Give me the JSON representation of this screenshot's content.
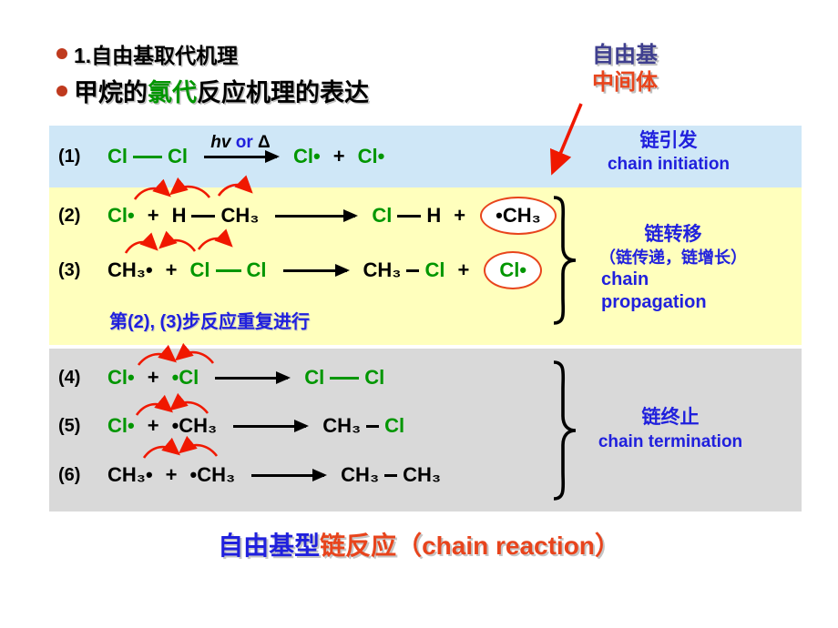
{
  "colors": {
    "green": "#009600",
    "blue": "#2020dd",
    "orange_red": "#e8441c",
    "navy": "#3f3f8f",
    "arrow_red": "#f01800",
    "panel_initiation": "#cfe7f7",
    "panel_propagation": "#ffffbd",
    "panel_termination": "#d9d9d9",
    "bullet": "#bf3a1e"
  },
  "title": {
    "line1": "1.自由基取代机理",
    "line2_pre": "甲烷的",
    "line2_highlight": "氯代",
    "line2_post": "反应机理的表达"
  },
  "intermediate": {
    "line1": "自由基",
    "line2": "中间体"
  },
  "sections": {
    "initiation": {
      "cn": "链引发",
      "en": "chain initiation"
    },
    "propagation": {
      "cn1": "链转移",
      "cn2": "（链传递，链增长）",
      "en1": "chain",
      "en2": "propagation",
      "note": "第(2), (3)步反应重复进行"
    },
    "termination": {
      "cn": "链终止",
      "en": "chain termination"
    }
  },
  "equations": [
    {
      "num": "(1)",
      "tokens": [
        {
          "sp": "Cl",
          "c": "g"
        },
        {
          "bond": 32,
          "c": "g"
        },
        {
          "sp": "Cl",
          "c": "g"
        },
        {
          "arrow": 80,
          "label": [
            {
              "t": "hv",
              "c": "k",
              "i": true
            },
            {
              "t": " or ",
              "c": "b"
            },
            {
              "t": "Δ",
              "c": "k"
            }
          ]
        },
        {
          "sp": "Cl•",
          "c": "g"
        },
        {
          "plus": "+"
        },
        {
          "sp": "Cl•",
          "c": "g"
        }
      ]
    },
    {
      "num": "(2)",
      "tokens": [
        {
          "sp": "Cl•",
          "c": "g"
        },
        {
          "plus": "+"
        },
        {
          "sp": "H",
          "c": "k"
        },
        {
          "bond": 26,
          "c": "k"
        },
        {
          "sp": "CH₃",
          "c": "k"
        },
        {
          "arrow": 88
        },
        {
          "sp": "Cl",
          "c": "g"
        },
        {
          "bond": 26,
          "c": "k"
        },
        {
          "sp": "H",
          "c": "k"
        },
        {
          "plus": "+"
        },
        {
          "circle": "•CH₃",
          "c": "k"
        }
      ]
    },
    {
      "num": "(3)",
      "tokens": [
        {
          "sp": "CH₃•",
          "c": "k"
        },
        {
          "plus": "+"
        },
        {
          "sp": "Cl",
          "c": "g"
        },
        {
          "bond": 28,
          "c": "g"
        },
        {
          "sp": "Cl",
          "c": "g"
        },
        {
          "arrow": 70
        },
        {
          "sp": "CH₃",
          "c": "k"
        },
        {
          "bond": 14,
          "c": "k"
        },
        {
          "sp": "Cl",
          "c": "g"
        },
        {
          "plus": "+"
        },
        {
          "circle": "Cl•",
          "c": "g"
        }
      ]
    },
    {
      "num": "(4)",
      "tokens": [
        {
          "sp": "Cl•",
          "c": "g"
        },
        {
          "plus": "+"
        },
        {
          "sp": "•Cl",
          "c": "g"
        },
        {
          "arrow": 80
        },
        {
          "sp": "Cl",
          "c": "g"
        },
        {
          "bond": 32,
          "c": "g"
        },
        {
          "sp": "Cl",
          "c": "g"
        }
      ]
    },
    {
      "num": "(5)",
      "tokens": [
        {
          "sp": "Cl•",
          "c": "g"
        },
        {
          "plus": "+"
        },
        {
          "sp": "•CH₃",
          "c": "k"
        },
        {
          "arrow": 80
        },
        {
          "sp": "CH₃",
          "c": "k"
        },
        {
          "bond": 14,
          "c": "k"
        },
        {
          "sp": "Cl",
          "c": "g"
        }
      ]
    },
    {
      "num": "(6)",
      "tokens": [
        {
          "sp": "CH₃•",
          "c": "k"
        },
        {
          "plus": "+"
        },
        {
          "sp": "•CH₃",
          "c": "k"
        },
        {
          "arrow": 80
        },
        {
          "sp": "CH₃",
          "c": "k"
        },
        {
          "bond": 14,
          "c": "k"
        },
        {
          "sp": "CH₃",
          "c": "k"
        }
      ]
    }
  ],
  "footer": {
    "part1": "自由基型",
    "part2": "链反应（chain reaction）"
  }
}
